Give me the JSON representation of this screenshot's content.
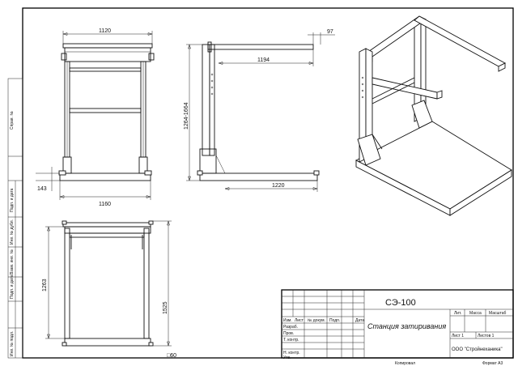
{
  "dimensions": {
    "front_width": "1120",
    "base_width": "1160",
    "foot_height": "143",
    "arm_offset": "97",
    "arm_reach": "1194",
    "height_range": "1264-1664",
    "side_length": "1220",
    "top_length": "1263",
    "top_depth": "1525",
    "profile": "□60"
  },
  "stamp": {
    "side_labels": [
      "Справ. №",
      "Подп. и дата",
      "Инв. № дубл.",
      "Взам. инв. №",
      "Подп. и дата",
      "Инв. № подл."
    ],
    "row_labels": [
      "Изм.",
      "Лист",
      "№ докум.",
      "Подп.",
      "Дата"
    ],
    "roles": [
      "Разраб.",
      "Пров.",
      "Т. контр.",
      "Н. контр.",
      "Утв."
    ],
    "designation": "СЭ-100",
    "title": "Станция затиривания",
    "col_headers": [
      "Лит.",
      "Масса",
      "Масштаб"
    ],
    "sheet": "Лист 1",
    "sheets": "Листов 1",
    "company": "ООО \"Стройнеханика\"",
    "copied": "Копировал",
    "format": "Формат А3"
  }
}
